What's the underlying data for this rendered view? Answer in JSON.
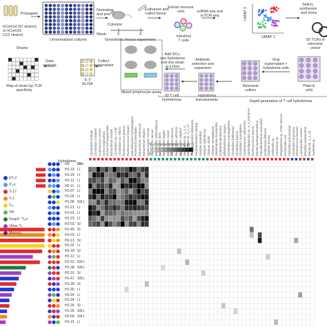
{
  "workflow": {
    "step_hcomm": "hCom1d (97 strains)",
    "step_hcomm2": "or hCom2d",
    "step_hcomm3": "(112 strains)",
    "propagate": "Propagate",
    "unnormalized": "Unnormalized cultures",
    "normalize": "Normalize",
    "and_pool": "and pool",
    "colonize": "Colonize",
    "euthanize": "Euthanize and",
    "collect_tissue": "collect tissue",
    "week": "Week:",
    "week0": "0",
    "week4": "4",
    "gnotobiotic": "Gnotobiotic mouse experiment",
    "extract": "Extract immune",
    "extract2": "cells",
    "intestinal": "Intestinal",
    "tcells": "T cells",
    "scrna": "scRNA-seq and",
    "sctcr": "scTCR-seq",
    "umap1": "UMAP 1",
    "umap2": "UMAP 2",
    "select": "Select,",
    "synthesize": "synthesize",
    "and_clone": "and clone",
    "tcrs": "92 TCRs in",
    "retroviral": "retroviral",
    "vector": "vector",
    "strains": "Strains",
    "data_analysis": "Data",
    "analysis": "analysis",
    "collect": "Collect",
    "supernatant": "supernatant",
    "il2": "IL-2",
    "elisa": "ELISA",
    "map": "Map of strain-by-TCR",
    "specificity": "specificity",
    "add_dcs": "Add DCs,",
    "one_hyb": "one hybridoma",
    "one_strain": "and one strain",
    "at_time": "at a time",
    "mixed": "Mixed lymphocyte assay",
    "antibiotic": "Antibiotic",
    "selection": "selection and",
    "expansion": "expansion",
    "viral": "Viral",
    "viral2": "supernatant +",
    "viral3": "hybridoma cells",
    "hyb92": "92 T cell",
    "hyb92b": "hybridomas",
    "transductants": "Hybridoma",
    "transductants2": "transductants",
    "retro_culture": "Retroviral",
    "retro_culture2": "culture",
    "plate_e": "Plate-E",
    "plate_e2": "cells",
    "rapid": "Rapid generation of T cell hybridomas"
  },
  "heatmap": {
    "colorbar_label": "IL-2 concentration (ng µl⁻¹)",
    "colorbar_ticks": [
      "0",
      "1",
      "2",
      "3",
      "4"
    ],
    "hybridoma_header": "Hybridoma",
    "site_header": "Site",
    "legend": [
      {
        "label": "pTᵣₑᵍ",
        "color": "#1e3ad6"
      },
      {
        "label": "iTᵣₑᵍ",
        "color": "#4aa0e8"
      },
      {
        "label": "Tₕ17",
        "color": "#e32b2b"
      },
      {
        "label": "Tₕ1",
        "color": "#f28a1a"
      },
      {
        "label": "Tₕₓ",
        "color": "#f5d51e"
      },
      {
        "label": "Tfh",
        "color": "#44c44a"
      },
      {
        "label": "Foxp3⁺ Tᵣₑᵍ",
        "color": "#1a7a3a"
      },
      {
        "label": "Other Tₕ",
        "color": "#a03cc8"
      },
      {
        "label": "Memory",
        "color": "#5a2a8a"
      }
    ],
    "strains": [
      "Clostridium bolteae",
      "Clostridium scindens",
      "Coprococcus comes",
      "Dorea longicatena",
      "Dorea formicigenerans",
      "Eubacterium rectale",
      "Clostridium sp. L2-50",
      "Clostridium sp. M62/1",
      "Ruminococcus gnavus",
      "Ruminococcus torques",
      "Marvinbryantia formatexigens",
      "Roseburia intestinalis",
      "Eubacterium ventriosum",
      "Eubacterium eligens",
      "Anaerostipes caccae",
      "Bacteroides caccae",
      "Bacteroides cellulosilyticus",
      "Bacteroides dorei",
      "Bacteroides fragilis",
      "Bacteroides ovatus",
      "Bacteroides stercoris",
      "Bacteroides uniformis",
      "Bacteroides vulgatus",
      "Bacteroides sp. 1_1_6",
      "Bacteroides sp. 3_1_47",
      "Parabacteroides distasonis",
      "Parabacteroides merdae",
      "Alistipes putredinis",
      "Alistipes indistinctus",
      "Alistipes shahii",
      "Alistipes senegalensis",
      "Akkermansia muciniphila",
      "Collinsella aerofaciens",
      "Bifidobacterium longum",
      "Clostridium asparagiforme",
      "Clostridium hathewayi",
      "Clostridium leptum",
      "Clostridium sporogenes",
      "Anaerotruncus colihominis",
      "Subdoligranulum sp. 4_3_54A2FAA",
      "Ruminococcus obeum",
      "Blautia hydrogenotrophica",
      "Faecalibacterium prausnitzii",
      "Holdemania filiformis",
      "Dialister invisus",
      "Veillonella sp.",
      "Citrobacter sp.",
      "Megasphaera sp. DSM 102144",
      "Escherichia coli",
      "Klebsiella pneumoniae",
      "Clostridium innocuum",
      "Enterococcus faecalis",
      "Lactobacillus ruminis",
      "Bilophila wadsworthia",
      "Blautia sp. 1_1_18",
      "Sutterella sp."
    ],
    "strain_colors": [
      "#d42a2a",
      "#d42a2a",
      "#d42a2a",
      "#d42a2a",
      "#d42a2a",
      "#d42a2a",
      "#d42a2a",
      "#d42a2a",
      "#d42a2a",
      "#d42a2a",
      "#d42a2a",
      "#d42a2a",
      "#d42a2a",
      "#d42a2a",
      "#d42a2a",
      "#1e8a7a",
      "#1e8a7a",
      "#1e8a7a",
      "#1e8a7a",
      "#1e8a7a",
      "#1e8a7a",
      "#1e8a7a",
      "#1e8a7a",
      "#1e8a7a",
      "#1e8a7a",
      "#1e8a7a",
      "#1e8a7a",
      "#1e8a7a",
      "#1e8a7a",
      "#1e8a7a",
      "#d42a2a",
      "#d42a2a",
      "#d42a2a",
      "#d42a2a",
      "#d42a2a",
      "#d42a2a",
      "#d42a2a",
      "#d42a2a",
      "#d42a2a",
      "#d42a2a",
      "#d42a2a",
      "#d42a2a",
      "#d42a2a",
      "#d42a2a",
      "#d42a2a",
      "#d42a2a",
      "#d42a2a",
      "#d42a2a",
      "#d42a2a",
      "#d42a2a",
      "#1e3ad6",
      "#1e3ad6",
      "#d42a2a",
      "#d42a2a",
      "#1e3ad6",
      "#d42a2a"
    ],
    "rows": [
      {
        "id": "GF",
        "site": "LI"
      },
      {
        "id": "H1-19",
        "site": "LI"
      },
      {
        "id": "H1-29",
        "site": "LI"
      },
      {
        "id": "H1-11",
        "site": "LI"
      },
      {
        "id": "H2-11",
        "site": "LI"
      },
      {
        "id": "H1-07",
        "site": "LI"
      },
      {
        "id": "H1-05",
        "site": "LI"
      },
      {
        "id": "H1-06",
        "site": "SI/LI"
      },
      {
        "id": "H1-21",
        "site": "LI"
      },
      {
        "id": "H1-01",
        "site": "LI"
      },
      {
        "id": "H1-23",
        "site": "LI"
      },
      {
        "id": "H2-03",
        "site": "SI"
      },
      {
        "id": "H1-45",
        "site": "SI"
      },
      {
        "id": "H1-03",
        "site": "LI"
      },
      {
        "id": "H2-13",
        "site": "SI"
      },
      {
        "id": "H1-02",
        "site": "LI"
      },
      {
        "id": "H2-18",
        "site": "SI"
      },
      {
        "id": "H2-12",
        "site": "LI"
      },
      {
        "id": "H1-31",
        "site": "SI/LI"
      },
      {
        "id": "H1-38",
        "site": "SI/LI"
      },
      {
        "id": "H2-10",
        "site": "SI"
      },
      {
        "id": "H1-41",
        "site": "SI/LI"
      },
      {
        "id": "H1-39",
        "site": "SI"
      },
      {
        "id": "H1-30",
        "site": "LI"
      },
      {
        "id": "H2-24",
        "site": "LI"
      },
      {
        "id": "H1-24",
        "site": "LI"
      },
      {
        "id": "H2-26",
        "site": "SI"
      },
      {
        "id": "H1-26",
        "site": "SI/LI"
      },
      {
        "id": "H2-06",
        "site": "SI/LI"
      },
      {
        "id": "H1-15",
        "site": "LI"
      }
    ],
    "row_colors": [
      [
        "#1e3ad6",
        "#1e3ad6",
        "#1e3ad6"
      ],
      [
        "#4aa0e8",
        "#1e3ad6",
        "#1e3ad6"
      ],
      [
        "#1e3ad6",
        "#4aa0e8",
        "#1e3ad6"
      ],
      [
        "#1e3ad6",
        "#1e3ad6",
        "#4aa0e8"
      ],
      [
        "#4aa0e8",
        "#4aa0e8",
        "#1e3ad6"
      ],
      [
        "#f5d51e",
        "#1e3ad6",
        "#4aa0e8"
      ],
      [
        "#1e3ad6",
        "#44c44a",
        "#1e3ad6"
      ],
      [
        "#1e3ad6",
        "#1e3ad6",
        "#f5d51e"
      ],
      [
        "#4aa0e8",
        "#1e3ad6",
        "#1e3ad6"
      ],
      [
        "#1e3ad6",
        "#4aa0e8",
        "#1e3ad6"
      ],
      [
        "#1e3ad6",
        "#1e3ad6",
        "#1e3ad6"
      ],
      [
        "#1e3ad6",
        "#4aa0e8",
        "#1e3ad6"
      ],
      [
        "#e32b2b",
        "#e32b2b",
        "#f28a1a"
      ],
      [
        "#f28a1a",
        "#e32b2b",
        "#f5d51e"
      ],
      [
        "#e32b2b",
        "#f5d51e",
        "#f28a1a"
      ],
      [
        "#f5d51e",
        "#e32b2b",
        "#e32b2b"
      ],
      [
        "#e32b2b",
        "#f28a1a",
        "#e32b2b"
      ],
      [
        "#a03cc8",
        "#44c44a",
        "#e32b2b"
      ],
      [
        "#e32b2b",
        "#e32b2b",
        "#e32b2b"
      ],
      [
        "#1a7a3a",
        "#e32b2b",
        "#1e3ad6"
      ],
      [
        "#a03cc8",
        "#e32b2b",
        "#e32b2b"
      ],
      [
        "#1e3ad6",
        "#a03cc8",
        "#e32b2b"
      ],
      [
        "#e32b2b",
        "#1e3ad6",
        "#a03cc8"
      ],
      [
        "#1e3ad6",
        "#1e3ad6",
        "#1e3ad6"
      ],
      [
        "#a03cc8",
        "#44c44a",
        "#1e3ad6"
      ],
      [
        "#1e3ad6",
        "#f5d51e",
        "#e32b2b"
      ],
      [
        "#e32b2b",
        "#e32b2b",
        "#f28a1a"
      ],
      [
        "#1e3ad6",
        "#e32b2b",
        "#a03cc8"
      ],
      [
        "#f28a1a",
        "#1e3ad6",
        "#e32b2b"
      ],
      [
        "#a03cc8",
        "#1e3ad6",
        "#44c44a"
      ]
    ],
    "bar_lengths": [
      0,
      0,
      0,
      0,
      0,
      0,
      0,
      0,
      0,
      0,
      0,
      0,
      0.95,
      0.95,
      0.95,
      0.95,
      0.9,
      0.7,
      0.85,
      0.55,
      0.45,
      0.4,
      0.35,
      0.3,
      0.25,
      0.2,
      0.2,
      0.15,
      0.15,
      0.12
    ],
    "high_block": {
      "row_start": 1,
      "row_end": 11,
      "col_start": 0,
      "col_end": 14
    },
    "spots": [
      [
        12,
        40,
        2.2
      ],
      [
        13,
        40,
        1.0
      ],
      [
        13,
        42,
        2.8
      ],
      [
        14,
        42,
        3.6
      ],
      [
        14,
        51,
        1.4
      ],
      [
        16,
        22,
        1.0
      ],
      [
        17,
        44,
        0.8
      ],
      [
        18,
        24,
        1.2
      ],
      [
        19,
        18,
        0.6
      ],
      [
        20,
        28,
        0.8
      ],
      [
        22,
        14,
        1.0
      ],
      [
        23,
        9,
        0.6
      ],
      [
        24,
        52,
        1.5
      ],
      [
        26,
        33,
        0.9
      ],
      [
        27,
        36,
        0.7
      ],
      [
        29,
        46,
        1.1
      ]
    ]
  }
}
